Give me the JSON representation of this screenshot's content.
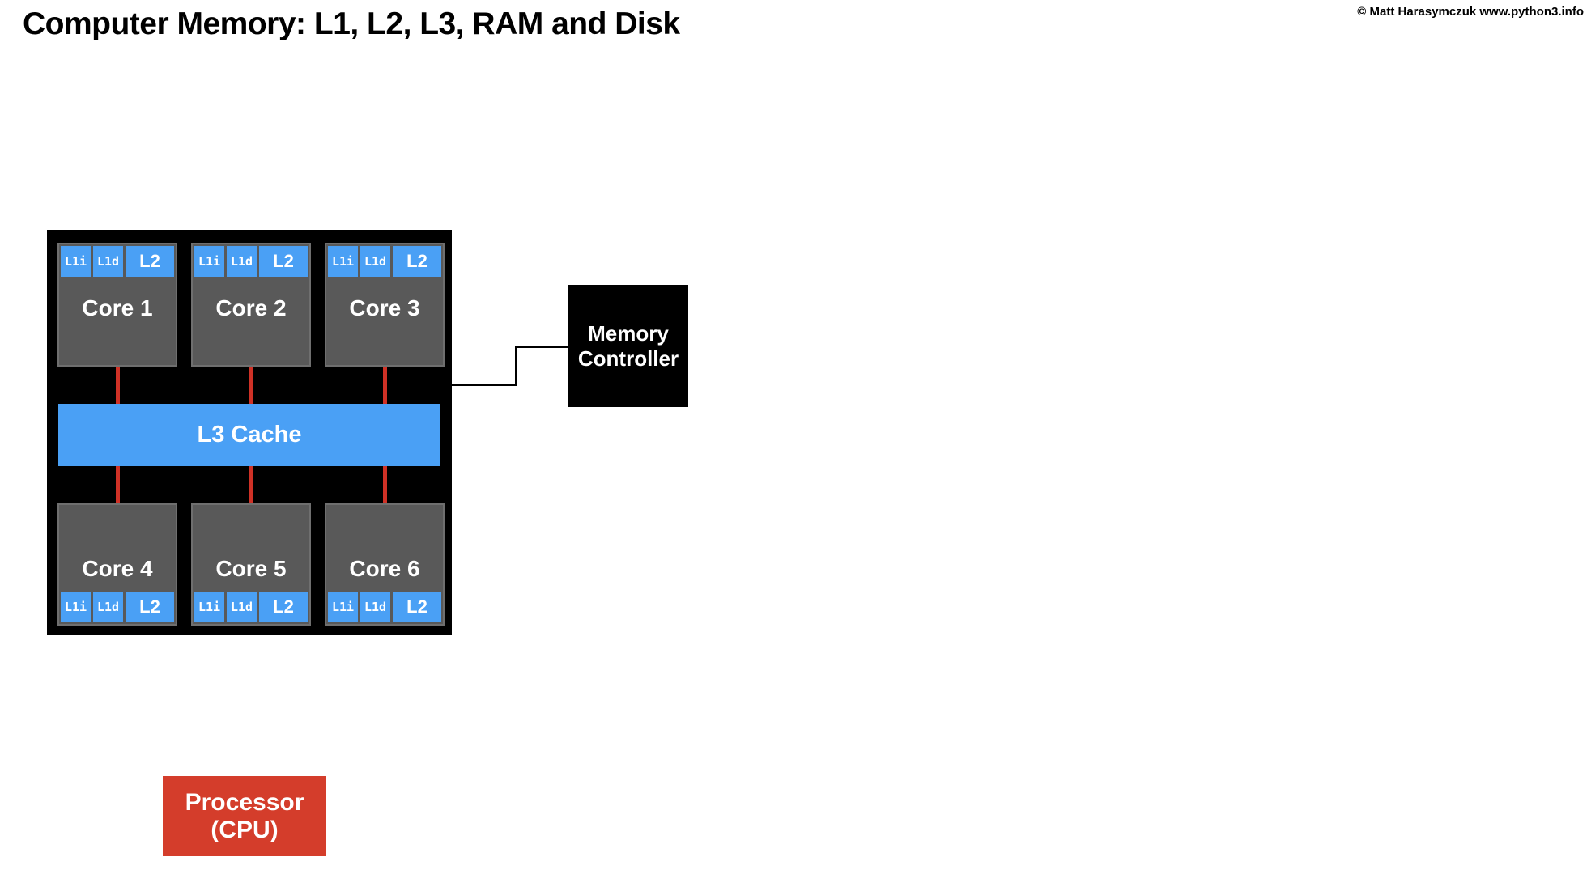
{
  "header": {
    "title": "Computer Memory: L1, L2, L3, RAM and Disk",
    "copyright": "© Matt Harasymczuk www.python3.info"
  },
  "diagram": {
    "cpu": {
      "cores": [
        {
          "label": "Core 1",
          "l1i": "L1i",
          "l1d": "L1d",
          "l2": "L2"
        },
        {
          "label": "Core 2",
          "l1i": "L1i",
          "l1d": "L1d",
          "l2": "L2"
        },
        {
          "label": "Core 3",
          "l1i": "L1i",
          "l1d": "L1d",
          "l2": "L2"
        },
        {
          "label": "Core 4",
          "l1i": "L1i",
          "l1d": "L1d",
          "l2": "L2"
        },
        {
          "label": "Core 5",
          "l1i": "L1i",
          "l1d": "L1d",
          "l2": "L2"
        },
        {
          "label": "Core 6",
          "l1i": "L1i",
          "l1d": "L1d",
          "l2": "L2"
        }
      ],
      "l3_cache_label": "L3 Cache"
    },
    "memory_controller": {
      "line1": "Memory",
      "line2": "Controller"
    },
    "processor": {
      "line1": "Processor",
      "line2": "(CPU)"
    }
  },
  "colors": {
    "cache_blue": "#4aa0f5",
    "core_gray": "#595959",
    "core_border_gray": "#6f6f6f",
    "bus_red": "#cf3126",
    "processor_red": "#d43d2b",
    "cpu_black": "#000000",
    "background_white": "#ffffff"
  }
}
